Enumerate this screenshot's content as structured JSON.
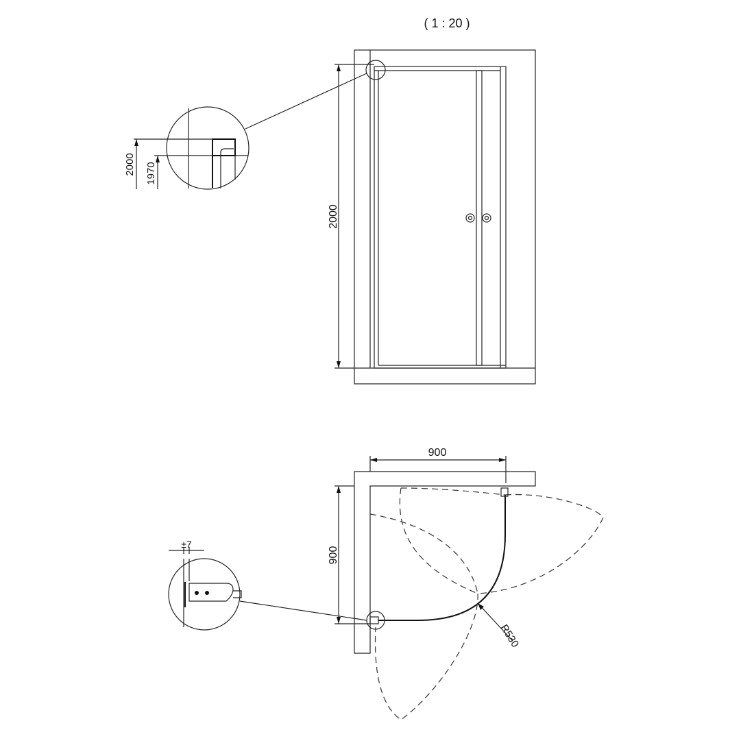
{
  "scale": "( 1 : 20 )",
  "elevation": {
    "height_dim": "2000",
    "detail": {
      "top_dim": "2000",
      "glass_dim": "1970"
    }
  },
  "plan": {
    "width_dim": "900",
    "depth_dim": "900",
    "radius_dim": "R530",
    "detail": {
      "tolerance_dim": "±7"
    }
  }
}
